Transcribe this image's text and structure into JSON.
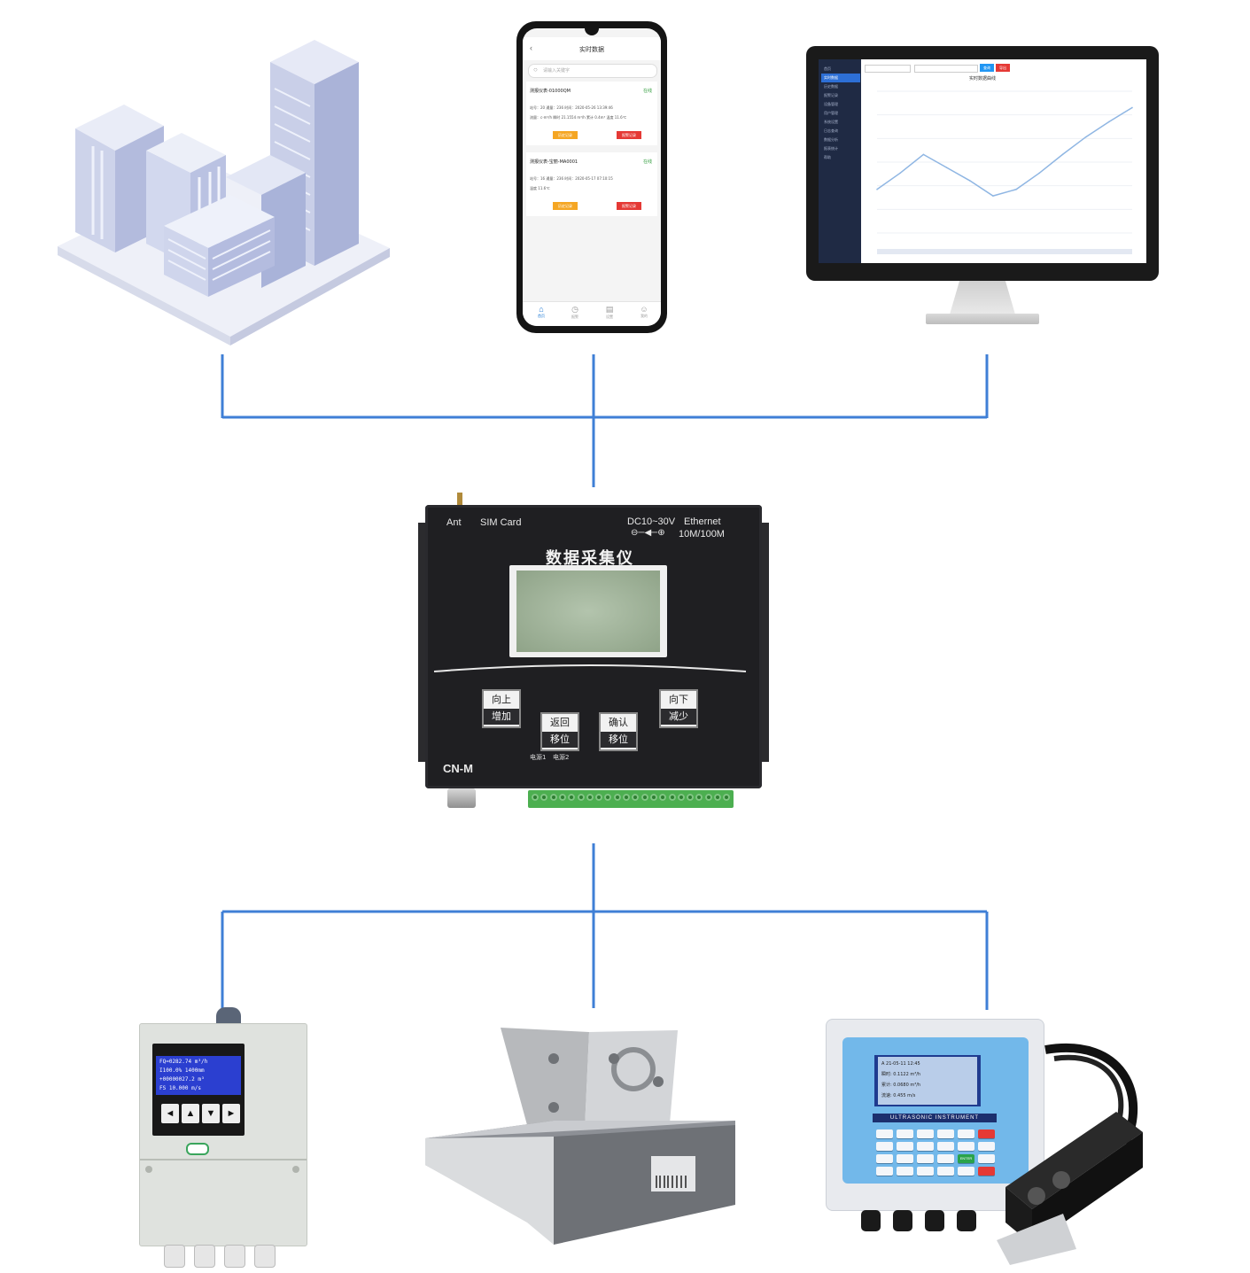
{
  "colors": {
    "connector": "#3f7fd6",
    "device_body": "#1f1f22",
    "terminal_green": "#4caf50",
    "lcd_green": "#9fb79a",
    "chart_line": "#8fb6e3",
    "phone_badge": "#f5a623",
    "phone_alert": "#e53935"
  },
  "phone": {
    "header_title": "实时数据",
    "search_placeholder": "请输入关键字",
    "card1": {
      "title": "测报仪表-01000QM",
      "status": "在线",
      "line1": "站号：20 通量：236 时间：2020-05-26 13:39:46",
      "line2": "流量：c-m³/h 瞬时 21.1554 m³/h 累计 0.4m³ 温度 11.6℃",
      "btn_history": "历史记录",
      "btn_alarm": "报警记录"
    },
    "card2": {
      "title": "测报仪表-宝丽-MA0001",
      "status": "在线",
      "line1": "站号：16 通量：236 时间：2020-05-17 07:10:15",
      "line2": "温度 11.6℃",
      "btn_history": "历史记录",
      "btn_alarm": "报警记录"
    },
    "tabs": [
      "首页",
      "报警",
      "设置",
      "我的"
    ]
  },
  "monitor": {
    "chart_title": "实时数据曲线",
    "btn_query": "查询",
    "btn_export": "导出",
    "menu": [
      "首页",
      "实时数据",
      "历史数据",
      "报警记录",
      "设备管理",
      "用户管理",
      "系统设置",
      "日志查询",
      "数据分析",
      "报表统计",
      "帮助"
    ]
  },
  "chart_data": {
    "type": "line",
    "x": [
      0,
      1,
      2,
      3,
      4,
      5,
      6,
      7,
      8,
      9,
      10,
      11
    ],
    "series": [
      {
        "values": [
          40,
          55,
          72,
          60,
          48,
          34,
          40,
          55,
          72,
          88,
          102,
          115
        ]
      }
    ],
    "ylim": [
      0,
      130
    ]
  },
  "collector": {
    "label_ant": "Ant",
    "label_sim": "SIM Card",
    "label_power": "DC10~30V",
    "label_ethernet": "Ethernet",
    "label_speed": "10M/100M",
    "title": "数据采集仪",
    "btn_up_top": "向上",
    "btn_up_bottom": "增加",
    "btn_back_top": "返回",
    "btn_back_bottom": "移位",
    "btn_ok_top": "确认",
    "btn_ok_bottom": "移位",
    "btn_down_top": "向下",
    "btn_down_bottom": "减少",
    "model": "CN-M",
    "terminal_labels": [
      "电源1",
      "电源2"
    ]
  },
  "flowmeter": {
    "lines": [
      "FQ=0282.74  m³/h",
      "I100.0%  1400mm",
      "+00000027.2   m³",
      "FS 10.000   m/s"
    ],
    "keys": [
      "◄",
      "▲",
      "▼",
      "►"
    ]
  },
  "ultrasonic": {
    "screen_lines": [
      "A 21-05-11 12:45",
      "瞬时: 0.1122 m³/h",
      "累计: 0.0680 m³/h",
      "流速: 0.455 m/s"
    ],
    "brand": "ULTRASONIC INSTRUMENT",
    "key_enter": "ENTER"
  }
}
